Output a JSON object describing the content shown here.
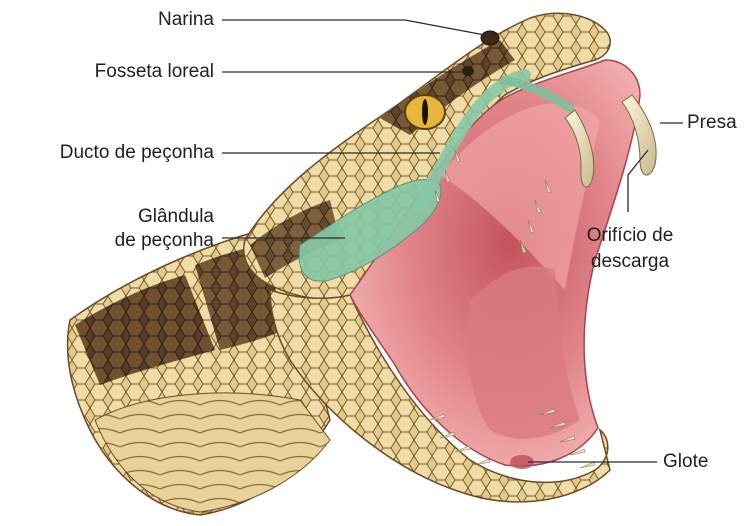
{
  "labels": {
    "narina": "Narina",
    "fosseta_loreal": "Fosseta loreal",
    "ducto_de_peconha": "Ducto de peçonha",
    "glandula_line1": "Glândula",
    "glandula_line2": "de peçonha",
    "presa": "Presa",
    "orificio_line1": "Orifício de",
    "orificio_line2": "descarga",
    "glote": "Glote"
  },
  "colors": {
    "scale_light": "#e8d39a",
    "scale_dark": "#5a4024",
    "scale_mid": "#a8843e",
    "venom_gland": "#7fc3a0",
    "mouth_pink": "#e98f92",
    "mouth_inner": "#c85a63",
    "tongue": "#d8787e",
    "fang": "#efe6c9",
    "eye": "#e7b53a"
  }
}
